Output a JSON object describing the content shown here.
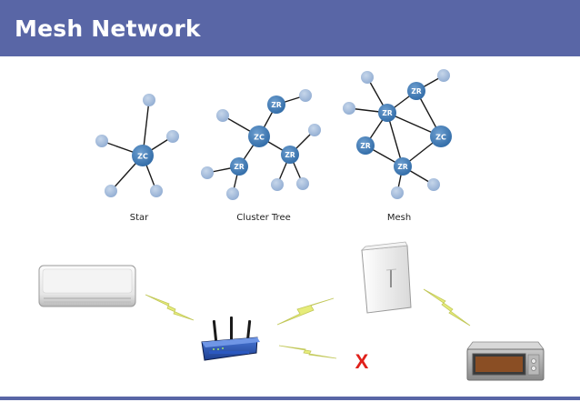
{
  "header": {
    "title": "Mesh Network"
  },
  "topologies": [
    {
      "caption": "Star"
    },
    {
      "caption": "Cluster Tree"
    },
    {
      "caption": "Mesh"
    }
  ],
  "node_labels": {
    "coordinator": "ZC",
    "router": "ZR"
  },
  "devices": {
    "air_conditioner": "air-conditioner",
    "router": "wireless-router",
    "refrigerator": "refrigerator",
    "oven": "oven"
  },
  "failed_link_mark": "X",
  "colors": {
    "header": "#5966a6",
    "node_dark": "#3f78b2",
    "node_light": "#a7bfdc",
    "edge": "#1a1a1a",
    "failure": "#e0201a",
    "lightning": "#e6ec7a"
  }
}
